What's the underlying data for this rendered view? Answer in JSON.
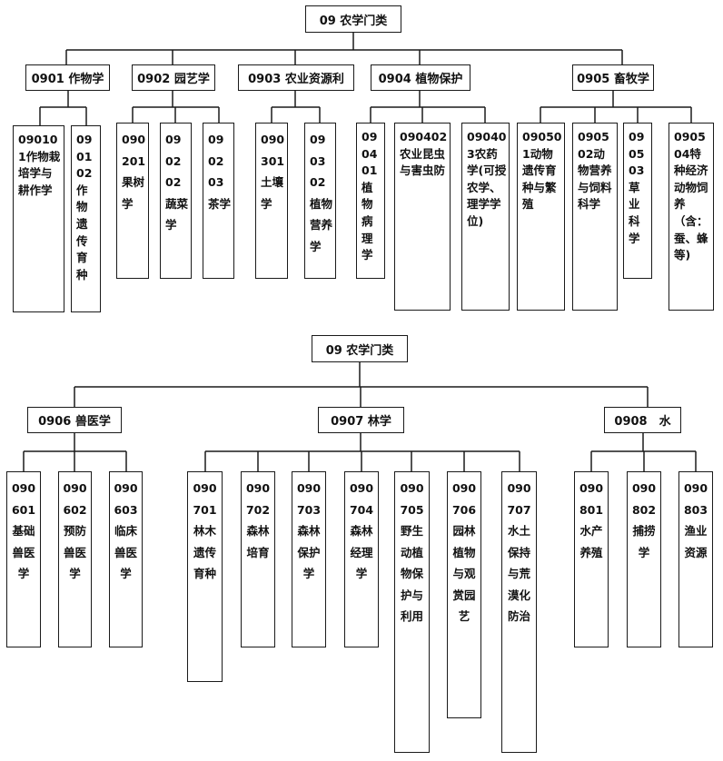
{
  "sections": [
    {
      "root": "09 农学门类",
      "groups": [
        {
          "label": "0901 作物学",
          "children": [
            "090101作物栽培学与耕作学",
            "090102作物遗传育种"
          ]
        },
        {
          "label": "0902 园艺学",
          "children": [
            "090201果树学",
            "090202蔬菜学",
            "090203茶学"
          ]
        },
        {
          "label": "0903 农业资源利",
          "children": [
            "090301土壤学",
            "090302植物营养学"
          ]
        },
        {
          "label": "0904 植物保护",
          "children": [
            "090401植物病理学",
            "090402农业昆虫与害虫防",
            "090403农药学(可授农学、理学学位)"
          ]
        },
        {
          "label": "0905 畜牧学",
          "children": [
            "090501动物遗传育种与繁殖",
            "090502动物营养与饲料科学",
            "090503草业科学",
            "090504特种经济动物饲养（含：蚕、蜂等)"
          ]
        }
      ]
    },
    {
      "root": "09 农学门类",
      "groups": [
        {
          "label": "0906 兽医学",
          "children": [
            "090601基础兽医学",
            "090602预防兽医学",
            "090603临床兽医学"
          ]
        },
        {
          "label": "0907 林学",
          "children": [
            "090701林木遗传育种",
            "090702森林培育",
            "090703森林保护学",
            "090704森林经理学",
            "090705野生动植物保护与利用",
            "090706园林植物与观赏园艺",
            "090707水土保持与荒漠化防治"
          ]
        },
        {
          "label": "0908　水",
          "children": [
            "090801水产养殖",
            "090802捕捞学",
            "090803渔业资源"
          ]
        }
      ]
    }
  ]
}
